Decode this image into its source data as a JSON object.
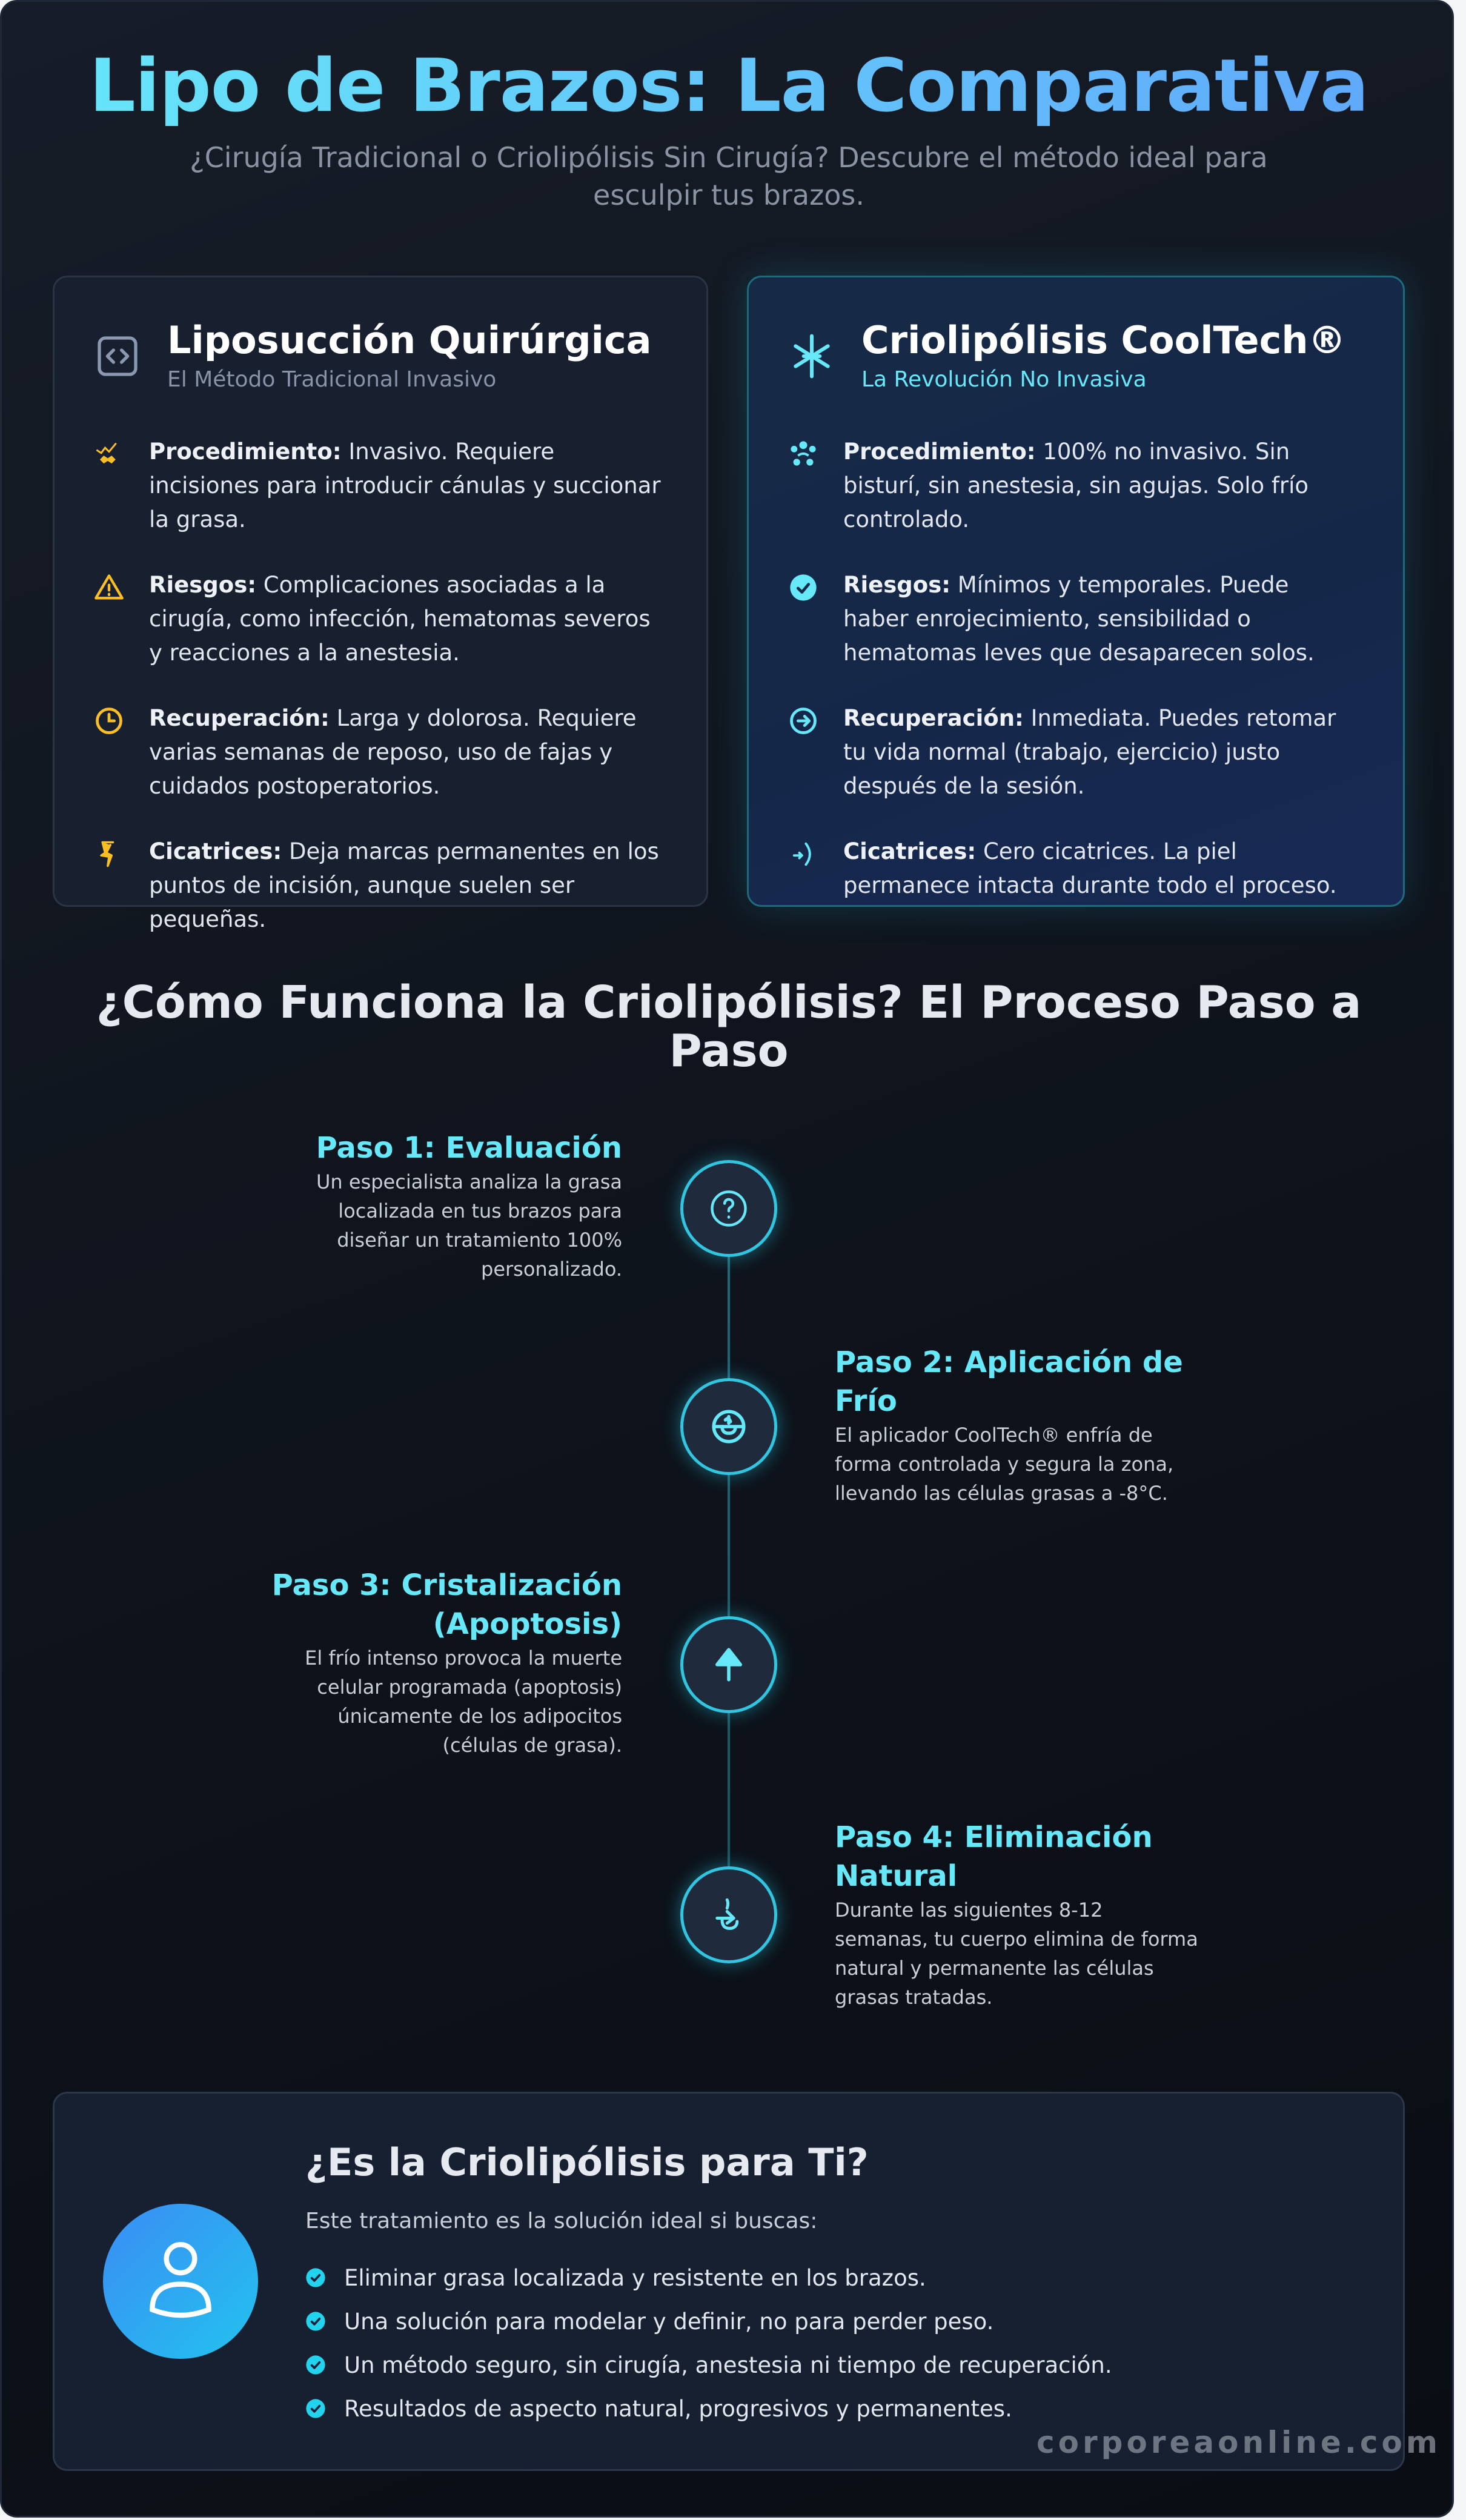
{
  "header": {
    "title": "Lipo de Brazos: La Comparativa",
    "subtitle": "¿Cirugía Tradicional o Criolipólisis Sin Cirugía? Descubre el método ideal para esculpir tus brazos."
  },
  "comparison": {
    "surgical": {
      "title": "Liposucción Quirúrgica",
      "subtitle": "El Método Tradicional Invasivo",
      "icon": "code-brackets-icon",
      "accent": "#fbbf24",
      "features": [
        {
          "label": "Procedimiento:",
          "text": " Invasivo. Requiere incisiones para introducir cánulas y succionar la grasa.",
          "icon": "chart-hands-icon"
        },
        {
          "label": "Riesgos:",
          "text": " Complicaciones asociadas a la cirugía, como infección, hematomas severos y reacciones a la anestesia.",
          "icon": "warning-triangle-icon"
        },
        {
          "label": "Recuperación:",
          "text": " Larga y dolorosa. Requiere varias semanas de reposo, uso de fajas y cuidados postoperatorios.",
          "icon": "clock-icon"
        },
        {
          "label": "Cicatrices:",
          "text": " Deja marcas permanentes en los puntos de incisión, aunque suelen ser pequeñas.",
          "icon": "scar-bolt-icon"
        }
      ]
    },
    "cryo": {
      "title": "Criolipólisis CoolTech®",
      "subtitle": "La Revolución No Invasiva",
      "icon": "snowflake-icon",
      "accent": "#67e8f9",
      "features": [
        {
          "label": "Procedimiento:",
          "text": " 100% no invasivo. Sin bisturí, sin anestesia, sin agujas. Solo frío controlado.",
          "icon": "molecule-dots-icon"
        },
        {
          "label": "Riesgos:",
          "text": " Mínimos y temporales. Puede haber enrojecimiento, sensibilidad o hematomas leves que desaparecen solos.",
          "icon": "check-circle-icon"
        },
        {
          "label": "Recuperación:",
          "text": " Inmediata. Puedes retomar tu vida normal (trabajo, ejercicio) justo después de la sesión.",
          "icon": "arrow-circle-right-icon"
        },
        {
          "label": "Cicatrices:",
          "text": " Cero cicatrices. La piel permanece intacta durante todo el proceso.",
          "icon": "arrow-arc-icon"
        }
      ]
    }
  },
  "process": {
    "title": "¿Cómo Funciona la Criolipólisis? El Proceso Paso a Paso",
    "steps": [
      {
        "title": "Paso 1: Evaluación",
        "desc": "Un especialista analiza la grasa localizada en tus brazos para diseñar un tratamiento 100% personalizado.",
        "icon": "question-circle-icon",
        "side": "left"
      },
      {
        "title": "Paso 2: Aplicación de Frío",
        "desc": "El aplicador CoolTech® enfría de forma controlada y segura la zona, llevando las células grasas a -8°C.",
        "icon": "cold-applicator-icon",
        "side": "right"
      },
      {
        "title": "Paso 3: Cristalización (Apoptosis)",
        "desc": "El frío intenso provoca la muerte celular programada (apoptosis) únicamente de los adipocitos (células de grasa).",
        "icon": "arrow-up-icon",
        "side": "left"
      },
      {
        "title": "Paso 4: Eliminación Natural",
        "desc": "Durante las siguientes 8-12 semanas, tu cuerpo elimina de forma natural y permanente las células grasas tratadas.",
        "icon": "elimination-arrow-icon",
        "side": "right"
      }
    ]
  },
  "fit": {
    "title": "¿Es la Criolipólisis para Ti?",
    "intro": "Este tratamiento es la solución ideal si buscas:",
    "icon": "user-icon",
    "items": [
      "Eliminar grasa localizada y resistente en los brazos.",
      "Una solución para modelar y definir, no para perder peso.",
      "Un método seguro, sin cirugía, anestesia ni tiempo de recuperación.",
      "Resultados de aspecto natural, progresivos y permanentes."
    ]
  },
  "watermark": "corporeaonline.com",
  "colors": {
    "accent_cyan": "#67e8f9",
    "accent_blue": "#60a5fa",
    "warning_amber": "#fbbf24",
    "background": "#0f141d"
  }
}
